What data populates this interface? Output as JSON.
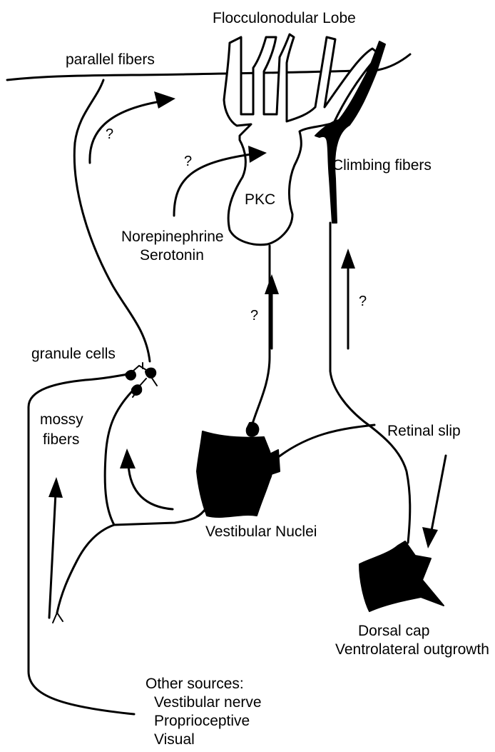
{
  "labels": {
    "flocculonodular_lobe": "Flocculonodular Lobe",
    "parallel_fibers": "parallel fibers",
    "climbing_fibers": "Climbing fibers",
    "pkc": "PKC",
    "norepinephrine": "Norepinephrine",
    "serotonin": "Serotonin",
    "granule_cells": "granule cells",
    "mossy_fibers_1": "mossy",
    "mossy_fibers_2": "fibers",
    "retinal_slip": "Retinal slip",
    "vestibular_nuclei": "Vestibular Nuclei",
    "dorsal_cap": "Dorsal cap",
    "ventrolateral_outgrowth": "Ventrolateral outgrowth",
    "other_sources_title": "Other sources:",
    "vestibular_nerve": "Vestibular nerve",
    "proprioceptive": "Proprioceptive",
    "visual": "Visual"
  },
  "unknown_markers": {
    "parallel_fiber_path": "?",
    "neuromodulator_path": "?",
    "purkinje_output_path": "?",
    "climbing_fiber_path": "?"
  },
  "colors": {
    "ink": "#000000",
    "background": "#ffffff"
  }
}
